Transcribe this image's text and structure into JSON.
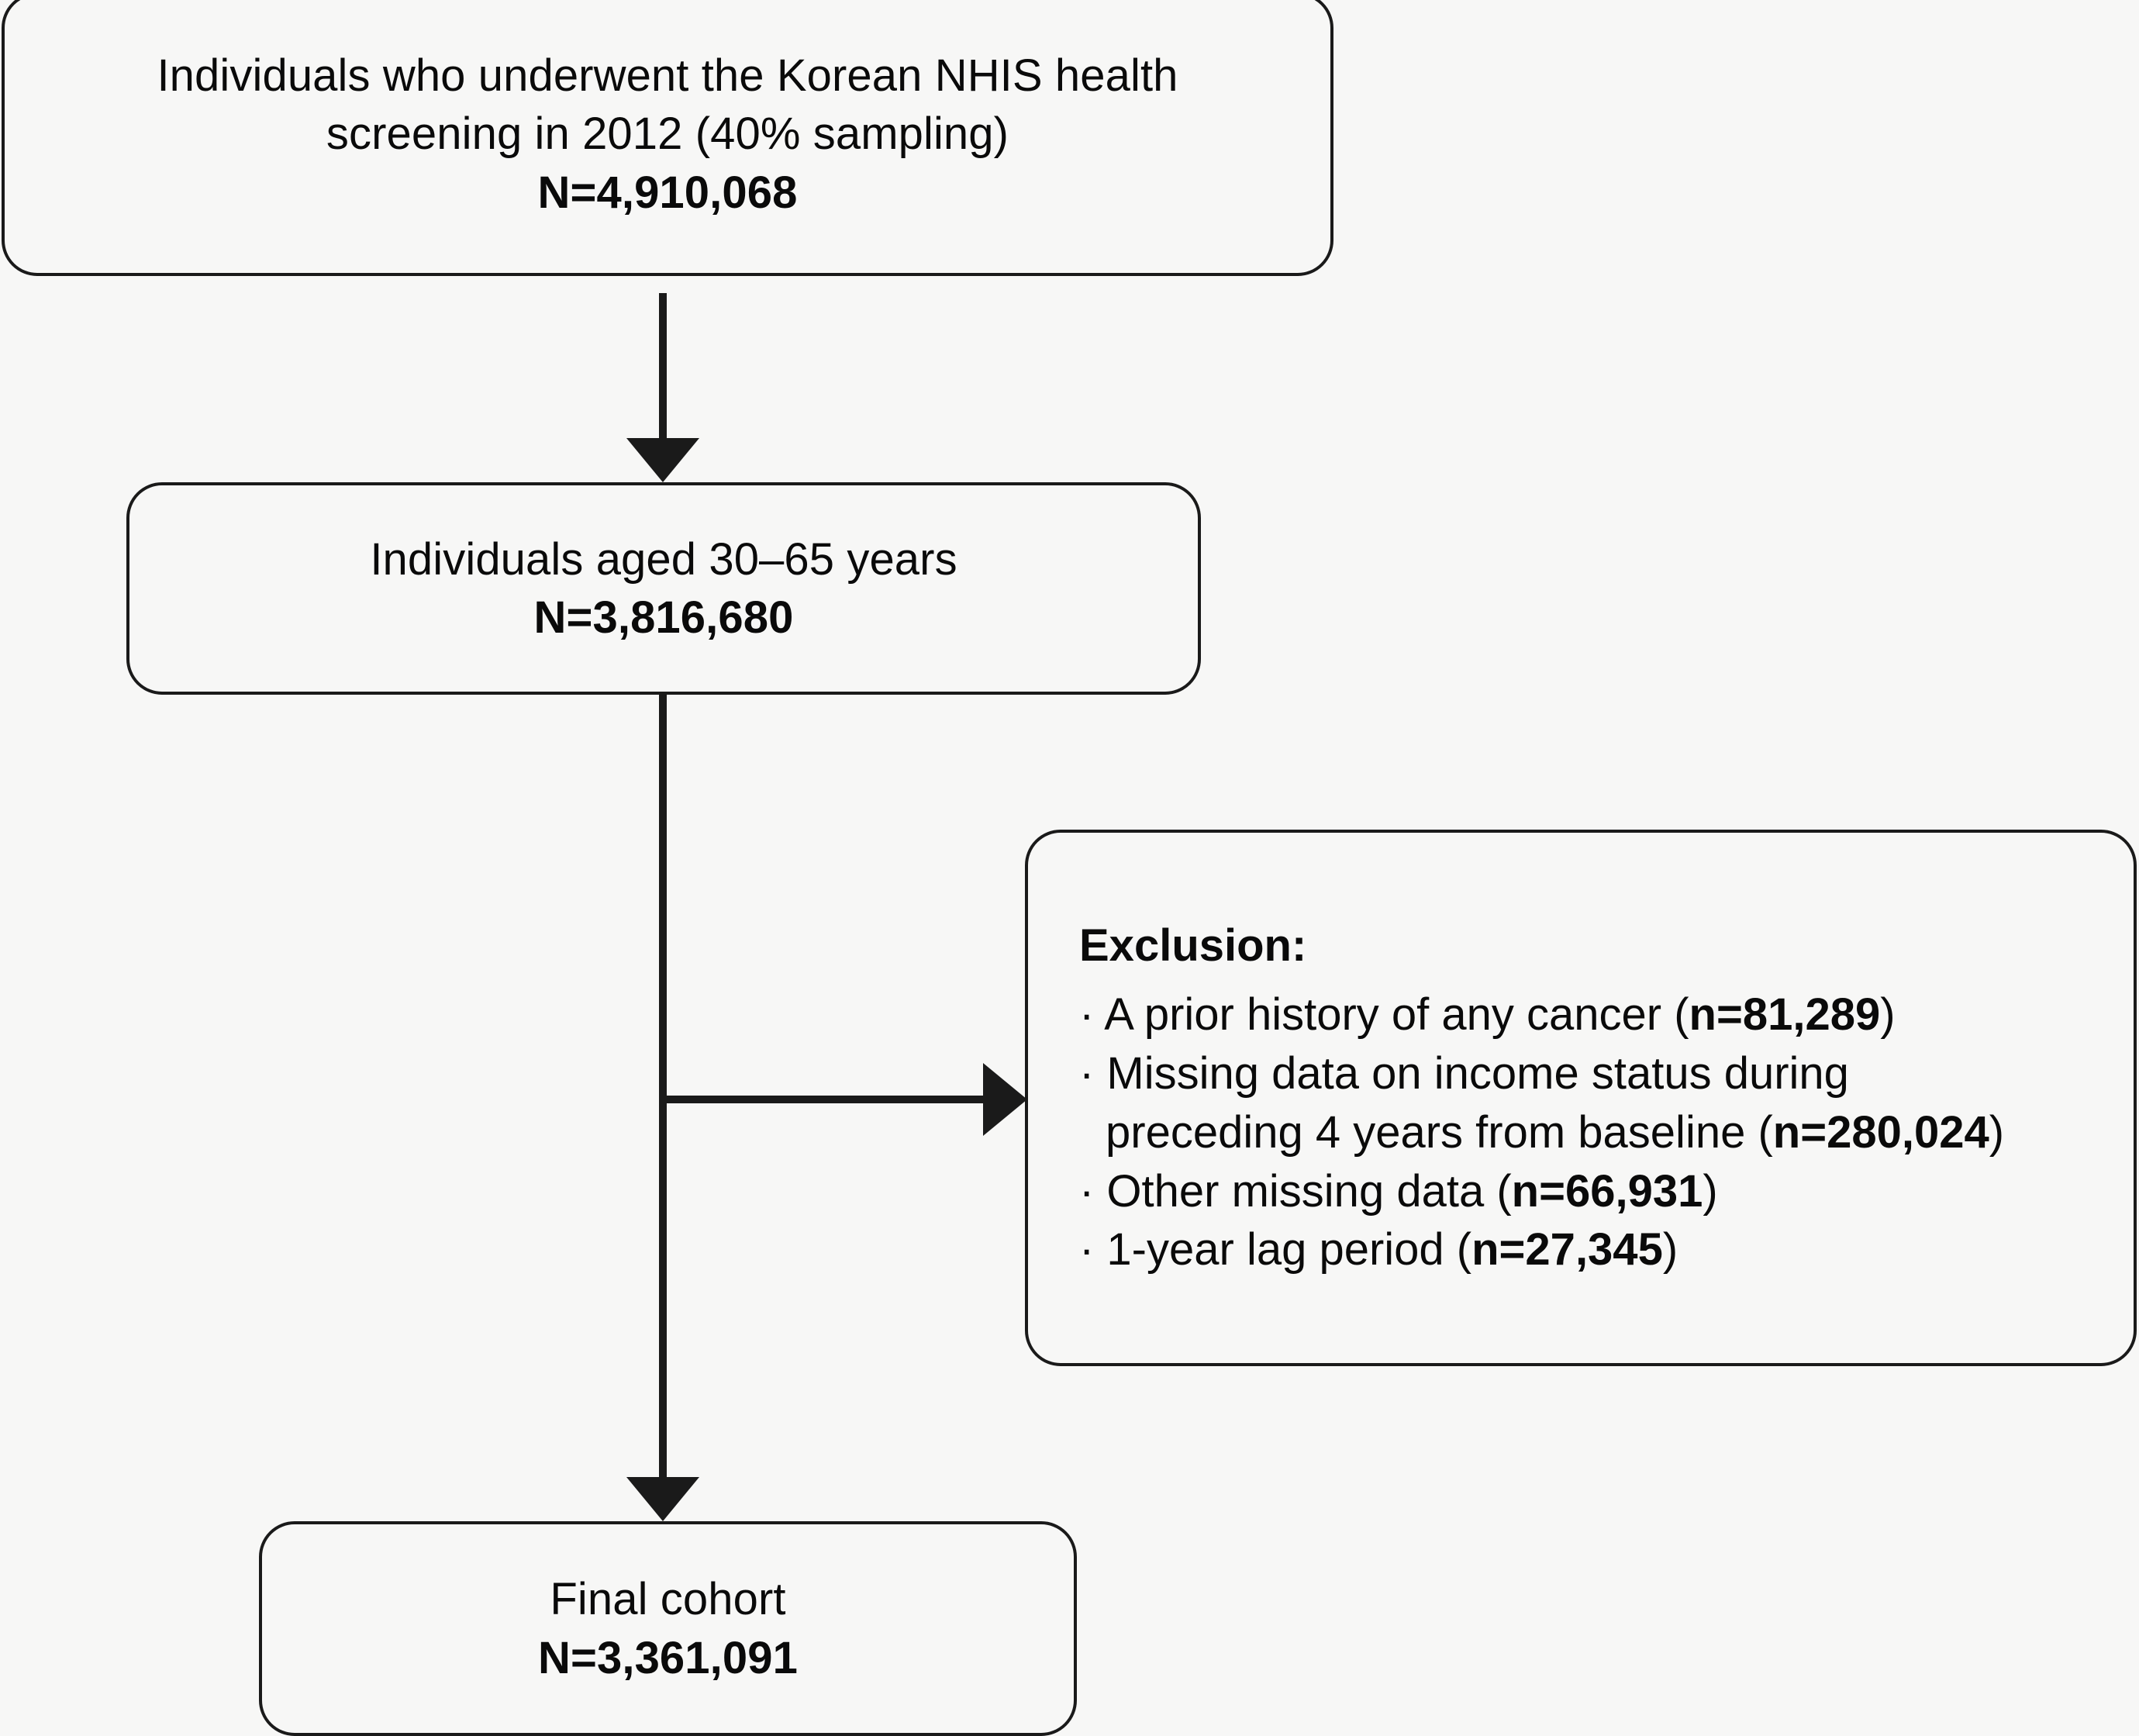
{
  "figure": {
    "type": "flowchart",
    "title": "Study cohort selection flow diagram",
    "background_color": "#f7f7f6",
    "stroke_color": "#1a1a1a"
  },
  "nodes": {
    "source": {
      "line1": "Individuals who underwent the Korean NHIS health",
      "line2": "screening in 2012 (40% sampling)",
      "count_label": "N=4,910,068"
    },
    "aged": {
      "line1": "Individuals aged 30–65 years",
      "count_label": "N=3,816,680"
    },
    "exclusion": {
      "title": "Exclusion:",
      "bullet_marker": "·",
      "items": [
        {
          "lines": [
            "A prior history of any cancer ("
          ],
          "text_a": "· A prior history of any cancer (",
          "count": "n=81,289",
          "text_b": ")"
        },
        {
          "text_a": "· Missing data on income status during",
          "text_a2": "preceding 4 years from baseline (",
          "count": "n=280,024",
          "text_b": ")"
        },
        {
          "text_a": "· Other missing data (",
          "count": "n=66,931",
          "text_b": ")"
        },
        {
          "text_a": "· 1-year lag period (",
          "count": "n=27,345",
          "text_b": ")"
        }
      ]
    },
    "final": {
      "line1": "Final cohort",
      "count_label": "N=3,361,091"
    }
  },
  "connectors": [
    {
      "name": "source-to-aged",
      "direction": "down"
    },
    {
      "name": "aged-to-exclusion",
      "direction": "right"
    },
    {
      "name": "aged-to-final",
      "direction": "down"
    }
  ]
}
